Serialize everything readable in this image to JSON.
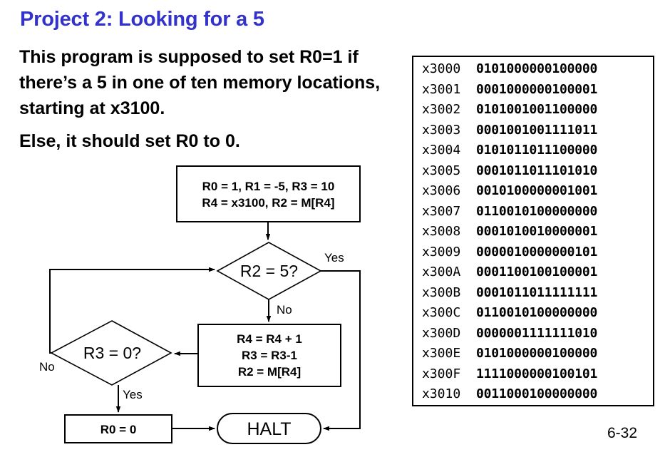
{
  "slide": {
    "title": "Project 2: Looking for a 5",
    "title_color": "#3333CC",
    "page_number": "6-32",
    "body": {
      "paragraph_1": "This program is supposed to set R0=1 if there’s a 5 in one of ten memory locations, starting at x3100.",
      "paragraph_2": "Else, it should set R0 to 0."
    }
  },
  "memory_table": {
    "rows": [
      {
        "address": "x3000",
        "bits": "0101000000100000"
      },
      {
        "address": "x3001",
        "bits": "0001000000100001"
      },
      {
        "address": "x3002",
        "bits": "0101001001100000"
      },
      {
        "address": "x3003",
        "bits": "0001001001111011"
      },
      {
        "address": "x3004",
        "bits": "0101011011100000"
      },
      {
        "address": "x3005",
        "bits": "0001011011101010"
      },
      {
        "address": "x3006",
        "bits": "0010100000001001"
      },
      {
        "address": "x3007",
        "bits": "0110010100000000"
      },
      {
        "address": "x3008",
        "bits": "0001010010000001"
      },
      {
        "address": "x3009",
        "bits": "0000010000000101"
      },
      {
        "address": "x300A",
        "bits": "0001100100100001"
      },
      {
        "address": "x300B",
        "bits": "0001011011111111"
      },
      {
        "address": "x300C",
        "bits": "0110010100000000"
      },
      {
        "address": "x300D",
        "bits": "0000001111111010"
      },
      {
        "address": "x300E",
        "bits": "0101000000100000"
      },
      {
        "address": "x300F",
        "bits": "1111000000100101"
      },
      {
        "address": "x3010",
        "bits": "0011000100000000"
      }
    ]
  },
  "flowchart": {
    "init_box": {
      "line_1": "R0 = 1, R1 = -5, R3 = 10",
      "line_2": "R4 = x3100, R2 = M[R4]"
    },
    "decision_r2": "R2 = 5?",
    "decision_r2_yes": "Yes",
    "decision_r2_no": "No",
    "update_box": {
      "line_1": "R4 = R4 + 1",
      "line_2": "R3 = R3-1",
      "line_3": "R2 = M[R4]"
    },
    "decision_r3": "R3 = 0?",
    "decision_r3_no": "No",
    "decision_r3_yes": "Yes",
    "result_box": "R0 = 0",
    "halt": "HALT"
  }
}
